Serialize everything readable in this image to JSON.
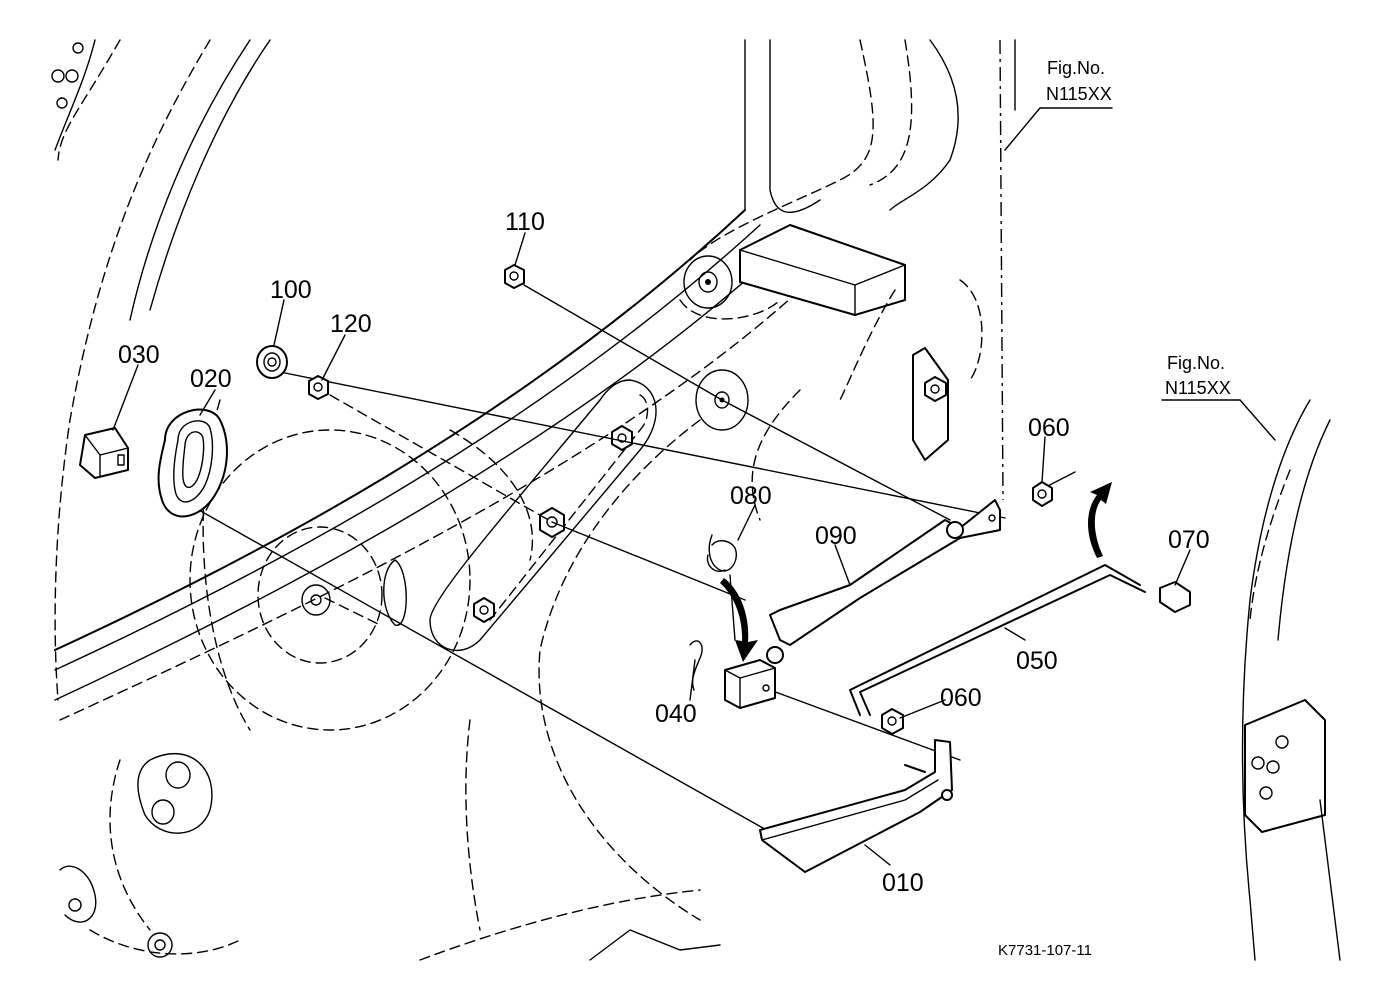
{
  "diagram": {
    "figure_code": "K7731-107-11",
    "figure_refs": [
      {
        "line1": "Fig.No.",
        "line2": "N115XX"
      },
      {
        "line1": "Fig.No.",
        "line2": "N115XX"
      }
    ],
    "parts": [
      {
        "number": "010"
      },
      {
        "number": "020"
      },
      {
        "number": "030"
      },
      {
        "number": "040"
      },
      {
        "number": "050"
      },
      {
        "number": "060"
      },
      {
        "number": "060"
      },
      {
        "number": "070"
      },
      {
        "number": "080"
      },
      {
        "number": "090"
      },
      {
        "number": "100"
      },
      {
        "number": "110"
      },
      {
        "number": "120"
      }
    ]
  }
}
